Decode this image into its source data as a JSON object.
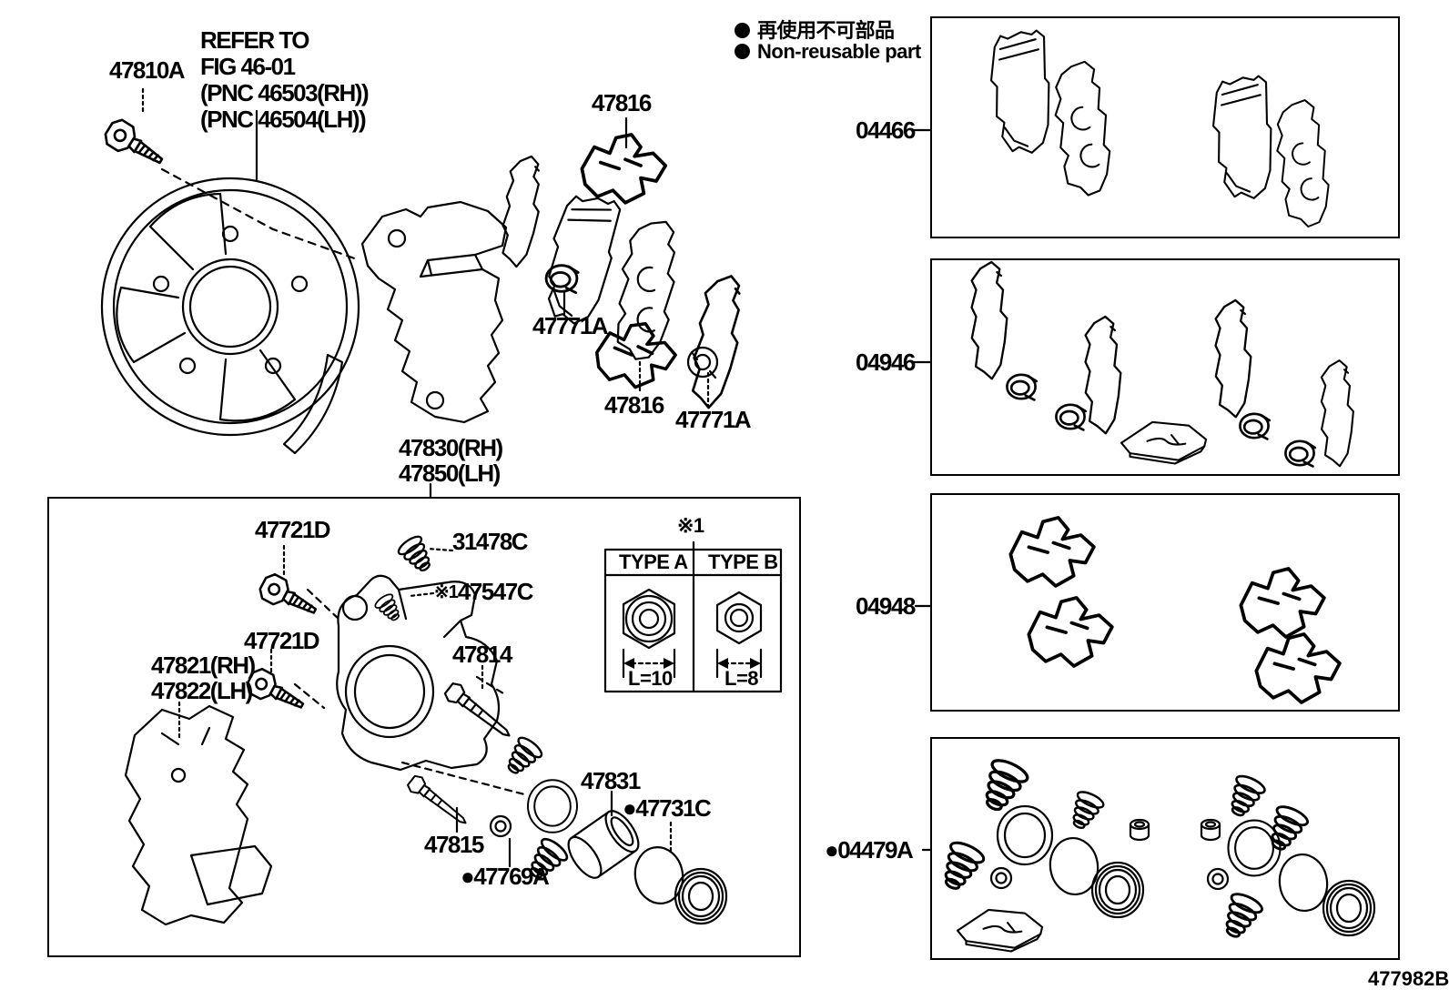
{
  "legend": {
    "jp": "再使用不可部品",
    "en": "Non-reusable part"
  },
  "main": {
    "bolt_label": "47810A",
    "ref_note": {
      "l1": "REFER TO",
      "l2": "FIG 46-01",
      "l3": "(PNC 46503(RH))",
      "l4": "(PNC 46504(LH))"
    },
    "support_top": "47816",
    "clip_left": "47771A",
    "support_bottom": "47816",
    "clip_right": "47771A",
    "assy_rh": "47830(RH)",
    "assy_lh": "47850(LH)"
  },
  "caliper": {
    "bolt_upper": "47721D",
    "bleeder": "31478C",
    "cap_ref": "※1",
    "cap": "47547C",
    "bolt_lower": "47721D",
    "bracket_rh": "47821(RH)",
    "bracket_lh": "47822(LH)",
    "pin_upper": "47814",
    "piston": "47831",
    "piston_seal": "●47731C",
    "pin_lower": "47815",
    "bush": "●47769A",
    "table": {
      "ref": "※1",
      "a": "TYPE A",
      "b": "TYPE B",
      "la": "L=10",
      "lb": "L=8"
    }
  },
  "kits": [
    {
      "part_no": "04466"
    },
    {
      "part_no": "04946"
    },
    {
      "part_no": "04948"
    },
    {
      "part_no": "●04479A"
    }
  ],
  "footer_code": "477982B"
}
